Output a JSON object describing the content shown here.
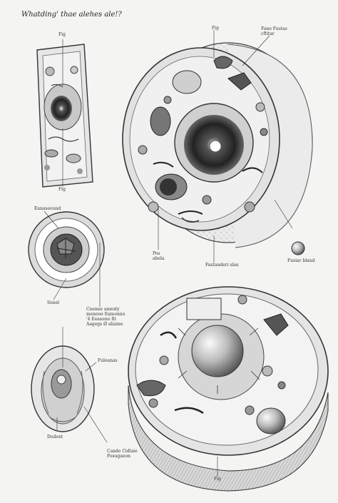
{
  "title": "Whatding' thae alehes ale!?",
  "labels": {
    "fig_top_left": "Fig",
    "fig_top_left_bottom": "Fig",
    "fig_top_right": "Fig",
    "fano_fustas": "Fano Fustas\ncftitar",
    "pos_note": "Pos\nabela",
    "fastanderi_note": "Fastanderi slau",
    "fusiar_bland": "Fusiar bland",
    "endoseound": "Eanaseound",
    "sonel": "Sonel",
    "cnenee_note": "Cnenee amesty\nmeneoe Eamonno\n'4 Eeaeeno fit\nAagegs Ø aliaine",
    "fuleanas": "Fuleanas",
    "dudent": "Dudent",
    "cande_note": "Cande Cidlaie\nFosugaeon",
    "fig_bottom": "Fig"
  }
}
